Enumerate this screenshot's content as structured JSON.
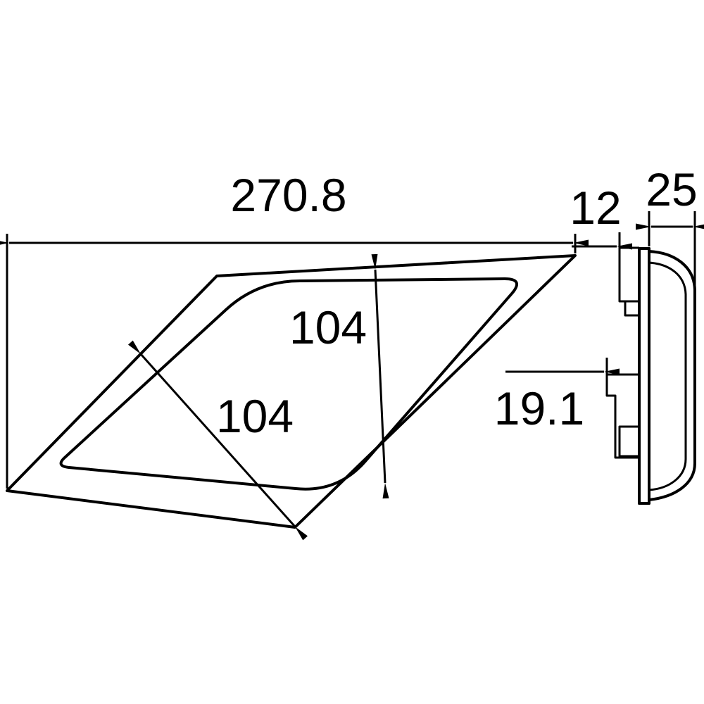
{
  "drawing": {
    "background_color": "#ffffff",
    "line_color": "#000000",
    "dims": {
      "overall_width": "270.8",
      "lens_height": "104",
      "lens_diagonal": "104",
      "top_stud_offset": "12",
      "housing_depth": "25",
      "lower_stud_length": "19.1"
    }
  }
}
